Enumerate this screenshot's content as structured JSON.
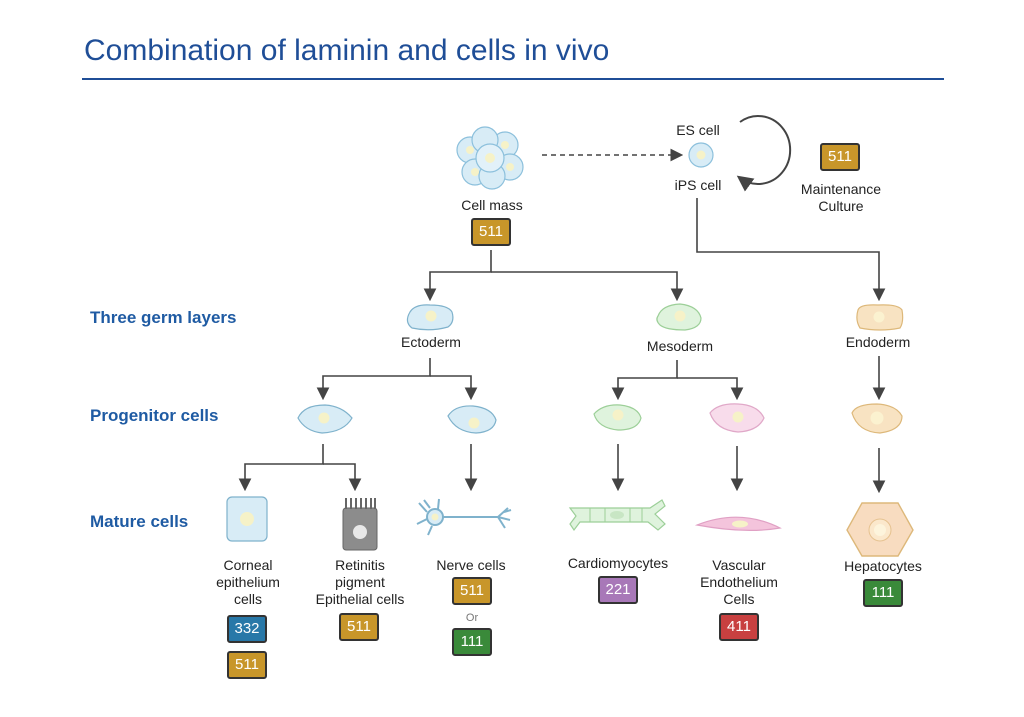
{
  "title": "Combination of laminin and cells in vivo",
  "row_labels": {
    "germ": "Three germ layers",
    "progenitor": "Progenitor cells",
    "mature": "Mature cells"
  },
  "nodes": {
    "cell_mass": {
      "label": "Cell mass",
      "laminin": "511"
    },
    "es_cell": {
      "label": "ES cell"
    },
    "ips_cell": {
      "label": "iPS cell"
    },
    "maintenance": {
      "label": "Maintenance\nCulture",
      "laminin": "511"
    },
    "ectoderm": {
      "label": "Ectoderm"
    },
    "mesoderm": {
      "label": "Mesoderm"
    },
    "endoderm": {
      "label": "Endoderm"
    },
    "corneal": {
      "label": "Corneal\nepithelium\ncells",
      "laminins": [
        "332",
        "511"
      ]
    },
    "retinitis": {
      "label": "Retinitis\npigment\nEpithelial cells",
      "laminin": "511"
    },
    "nerve": {
      "label": "Nerve cells",
      "laminins": [
        "511",
        "111"
      ],
      "or_text": "Or"
    },
    "cardio": {
      "label": "Cardiomyocytes",
      "laminin": "221"
    },
    "vascular": {
      "label": "Vascular\nEndothelium\nCells",
      "laminin": "411"
    },
    "hepato": {
      "label": "Hepatocytes",
      "laminin": "111"
    }
  },
  "badge_colors": {
    "511": "#c8962a",
    "332": "#2878a8",
    "111": "#3a8a3a",
    "221": "#a878b8",
    "411": "#c84040"
  },
  "title_color": "#1f4e97"
}
